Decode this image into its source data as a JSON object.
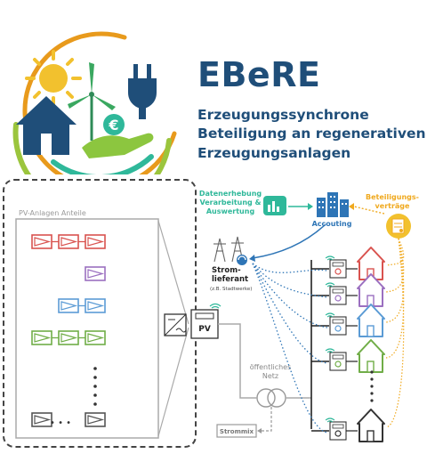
{
  "header": {
    "title": "EBeRE",
    "subtitle_lines": [
      "Erzeugungssynchrone",
      "Beteiligung an regenerativen",
      "Erzeugungsanlagen"
    ],
    "logo_icons": [
      "sun-icon",
      "wind-turbine-icon",
      "house-icon",
      "hand-icon",
      "euro-icon",
      "plug-icon"
    ]
  },
  "diagram": {
    "pv_group_label": "PV-Anlagen Anteile",
    "inverter_label": "PV",
    "data_label_lines": [
      "Datenerhebung",
      "Verarbeitung &",
      "Auswertung"
    ],
    "accounting_label": "Accouting",
    "contracts_label_lines": [
      "Beteiligungs-",
      "verträge"
    ],
    "supplier_label_lines": [
      "Strom-",
      "lieferant"
    ],
    "supplier_note": "(z.B. Stadtwerke)",
    "grid_label_lines": [
      "öffentliches",
      "Netz"
    ],
    "strommix_label": "Strommix",
    "dots": "• • •",
    "colors": {
      "red": "#d9534f",
      "purple": "#9b6fc0",
      "blue": "#5b9bd5",
      "green": "#70ad47",
      "gray": "#555555",
      "navy": "#1f4e79",
      "teal": "#2fb89a",
      "orange": "#f0a91e",
      "dark_blue": "#2e75b6"
    }
  }
}
